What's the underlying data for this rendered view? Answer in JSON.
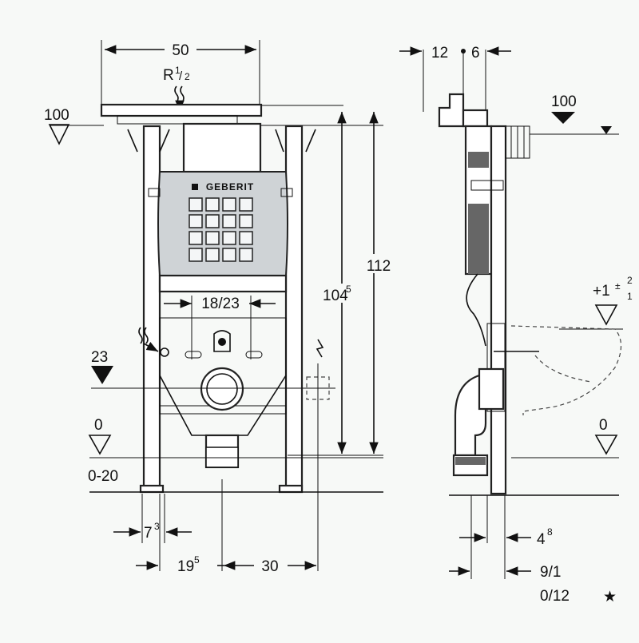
{
  "front": {
    "dim_width": "50",
    "connection": "R",
    "connection_frac_num": "1",
    "connection_frac_den": "2",
    "level_top": "100",
    "brand": "GEBERIT",
    "dim_fixing_spacing": "18/23",
    "dim_height_total": "112",
    "dim_height_frame": "104",
    "dim_height_frame_sup": "5",
    "level_supply": "23",
    "level_floor": "0",
    "range_floor": "0-20",
    "dim_offset_small": "7",
    "dim_offset_small_sup": "3",
    "dim_offset_axis": "19",
    "dim_offset_axis_sup": "5",
    "dim_power": "30"
  },
  "side": {
    "dim_depth_a": "12",
    "dim_depth_b": "6",
    "level_top": "100",
    "level_tol": "+1",
    "tol_plus": "2",
    "tol_minus": "1",
    "level_floor": "0",
    "dim_wall_a": "4",
    "dim_wall_a_sup": "8",
    "dim_wall_b": "9/1",
    "dim_wall_c": "0/12",
    "note_mark": "★"
  },
  "colors": {
    "line": "#111111",
    "plate": "#cfd3d6",
    "background": "#f7f9f7"
  }
}
